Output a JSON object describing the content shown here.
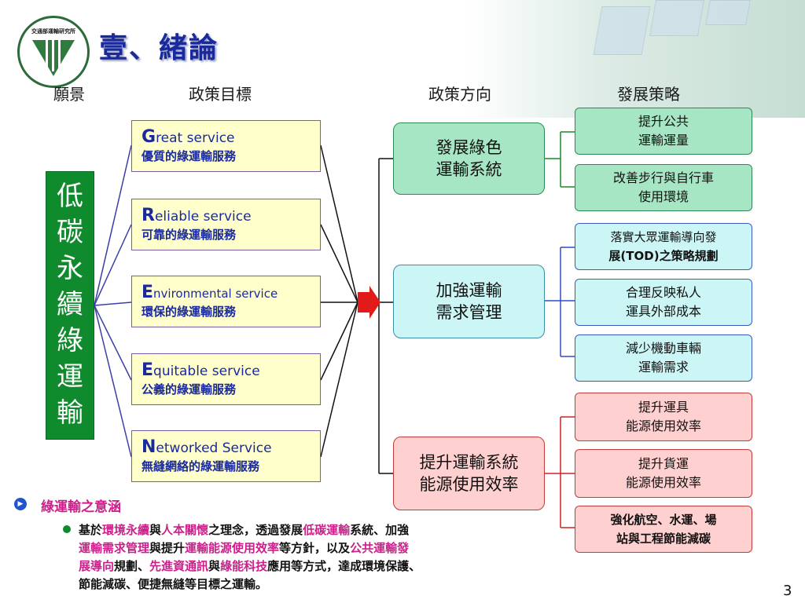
{
  "title": "壹、緒論",
  "logo": {
    "text": "交通部運輸研究所"
  },
  "headings": {
    "vision": "願景",
    "policy_goal": "政策目標",
    "policy_direction": "政策方向",
    "strategy": "發展策略"
  },
  "vision": {
    "chars": [
      "低",
      "碳",
      "永",
      "續",
      "綠",
      "運",
      "輸"
    ]
  },
  "services": [
    {
      "initial": "G",
      "en_rest": "reat service",
      "zh": "優質的綠運輸服務"
    },
    {
      "initial": "R",
      "en_rest": "eliable service",
      "zh": "可靠的綠運輸服務"
    },
    {
      "initial": "E",
      "en_rest": "nvironmental service",
      "zh": "環保的綠運輸服務"
    },
    {
      "initial": "E",
      "en_rest": "quitable service",
      "zh": "公義的綠運輸服務"
    },
    {
      "initial": "N",
      "en_rest": "etworked Service",
      "zh": "無縫網絡的綠運輸服務"
    }
  ],
  "directions": [
    {
      "line1": "發展綠色",
      "line2": "運輸系統"
    },
    {
      "line1": "加強運輸",
      "line2": "需求管理"
    },
    {
      "line1": "提升運輸系統",
      "line2": "能源使用效率"
    }
  ],
  "strategies": [
    {
      "line1": "提升公共",
      "line2": "運輸運量"
    },
    {
      "line1": "改善步行與自行車",
      "line2": "使用環境"
    },
    {
      "line1": "落實大眾運輸導向發",
      "line2": "展(TOD)之策略規劃"
    },
    {
      "line1": "合理反映私人",
      "line2": "運具外部成本"
    },
    {
      "line1": "減少機動車輛",
      "line2": "運輸需求"
    },
    {
      "line1": "提升運具",
      "line2": "能源使用效率"
    },
    {
      "line1": "提升貨運",
      "line2": "能源使用效率"
    },
    {
      "line1": "強化航空、水運、場",
      "line2": "站與工程節能減碳"
    }
  ],
  "bullet_heading": "綠運輸之意涵",
  "paragraph": {
    "p1": "基於",
    "h1": "環境永續",
    "p2": "與",
    "h2": "人本關懷",
    "p3": "之理念，透過發展",
    "h3": "低碳運輸",
    "p4": "系統、加強",
    "h4": "運輸需求管理",
    "p5": "與提升",
    "h5": "運輸能源使用效率",
    "p6": "等方針，以及",
    "h6": "公共運輸發",
    "h7": "展導向",
    "p7": "規劃、",
    "h8": "先進資通訊",
    "p8": "與",
    "h9": "綠能科技",
    "p9": "應用等方式，達成環境保護、",
    "p10": "節能減碳、便捷無縫等目標之運輸。"
  },
  "page_number": "3",
  "colors": {
    "title": "#1a2a9c",
    "vision_green": "#0f8a2d",
    "highlight": "#cc1f8a",
    "arrow_red": "#e11a1a"
  }
}
